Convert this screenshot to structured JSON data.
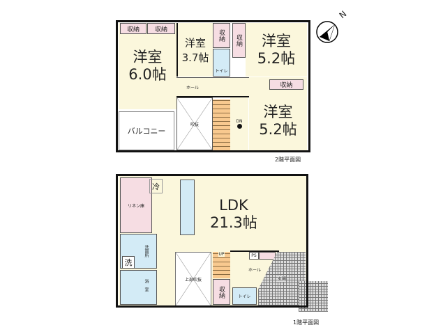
{
  "floor2": {
    "caption": "2階平面図",
    "western6": {
      "name": "洋室",
      "size": "6.0帖"
    },
    "western37": {
      "name": "洋室",
      "size": "3.7帖"
    },
    "western52a": {
      "name": "洋室",
      "size": "5.2帖"
    },
    "western52b": {
      "name": "洋室",
      "size": "5.2帖"
    },
    "storage": "収納",
    "toilet": "トイレ",
    "hall": "ホール",
    "atrium": "吹抜",
    "balcony": "バルコニー",
    "down": "DN"
  },
  "floor1": {
    "caption": "1階平面図",
    "ldk": {
      "name": "LDK",
      "size": "21.3帖"
    },
    "linen": "リネン庫",
    "fridge": "冷",
    "washroom": "洗面所",
    "washer": "洗",
    "bath": "浴室",
    "upper_atrium": "上部吹抜",
    "up": "UP",
    "storage": "収納",
    "hall": "ホール",
    "ps": "PS",
    "toilet": "トイレ",
    "entrance": "玄関"
  },
  "compass": {
    "label": "N",
    "icon": "north-arrow-icon"
  }
}
